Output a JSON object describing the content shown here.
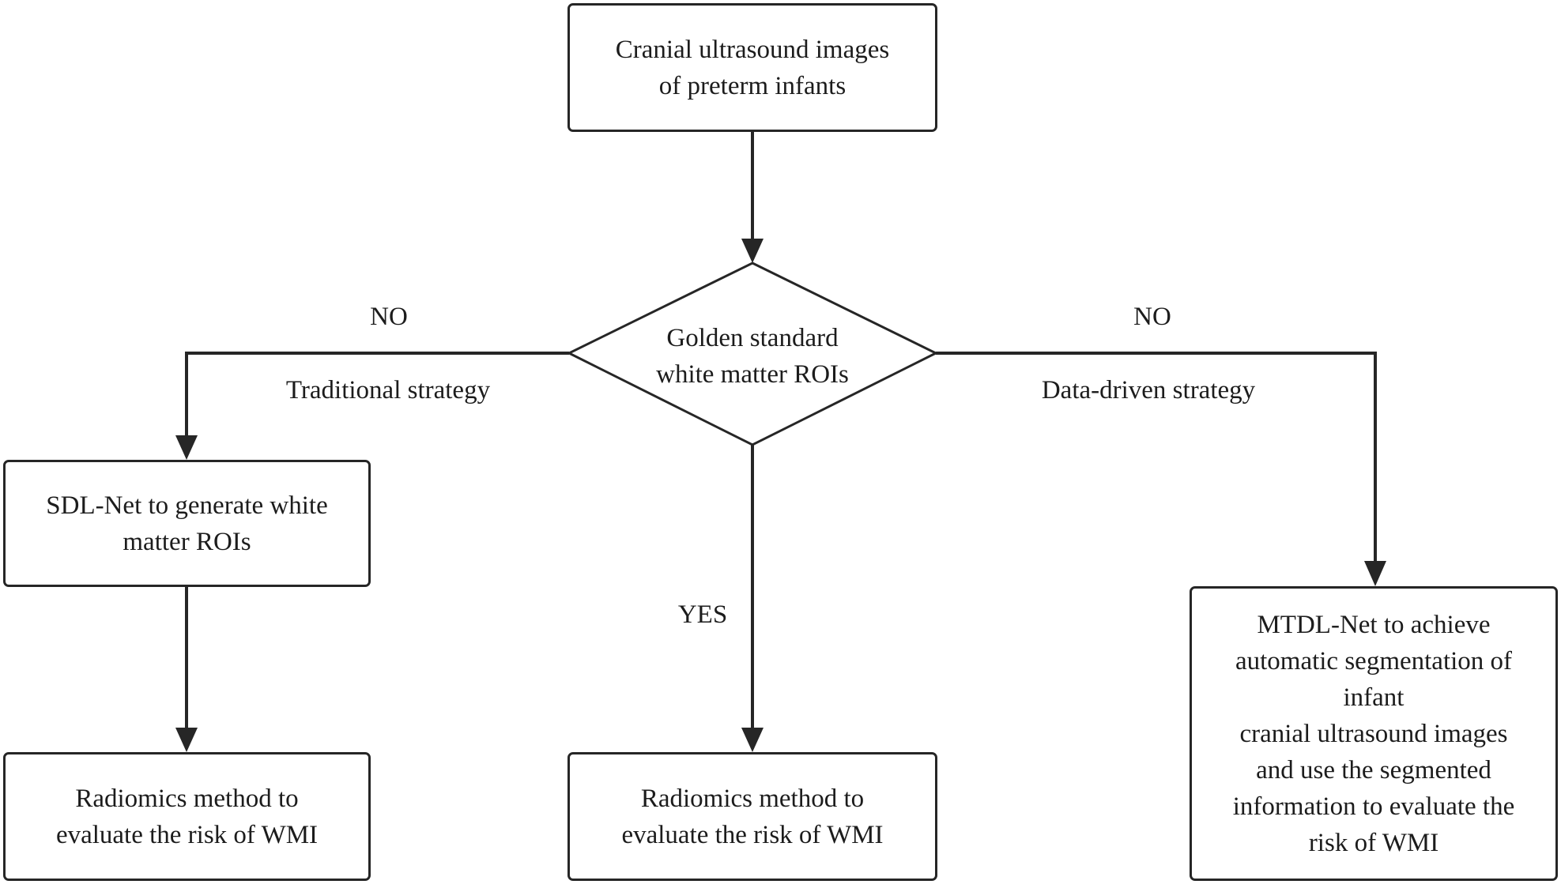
{
  "diagram": {
    "nodes": {
      "start": {
        "lines": [
          "Cranial ultrasound images",
          "of preterm infants"
        ]
      },
      "decision": {
        "lines": [
          "Golden standard",
          "white matter ROIs"
        ]
      },
      "sdl": {
        "lines": [
          "SDL-Net to generate white",
          "matter ROIs"
        ]
      },
      "radiomics_left": {
        "lines": [
          "Radiomics method to",
          "evaluate the risk of WMI"
        ]
      },
      "radiomics_center": {
        "lines": [
          "Radiomics method to",
          "evaluate the risk of WMI"
        ]
      },
      "mtdl": {
        "lines": [
          "MTDL-Net to achieve",
          "automatic segmentation of",
          "infant",
          "cranial ultrasound images",
          "and use the segmented",
          "information to evaluate the",
          "risk of WMI"
        ]
      }
    },
    "edge_labels": {
      "left_no": "NO",
      "left_strategy": "Traditional strategy",
      "right_no": "NO",
      "right_strategy": "Data-driven strategy",
      "center_yes": "YES"
    },
    "colors": {
      "stroke": "#262626",
      "text": "#1c1c1c",
      "background": "#ffffff"
    }
  }
}
